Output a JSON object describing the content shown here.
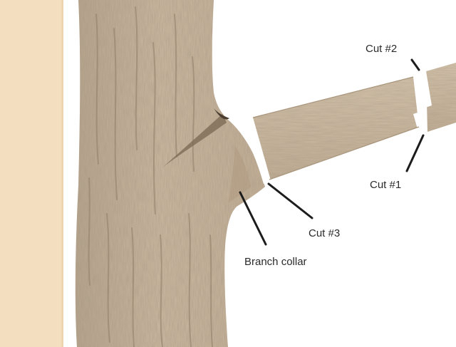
{
  "labels": {
    "cut2": "Cut #2",
    "cut1": "Cut #1",
    "cut3": "Cut #3",
    "branch_collar": "Branch collar"
  },
  "colors": {
    "background": "#ffffff",
    "side_panel": "#f3dfbf",
    "bark": "#cbb79f",
    "bark_dark": "#9c8a74",
    "wound": "#6e5f4d",
    "leader_line": "#1c1c1c"
  }
}
